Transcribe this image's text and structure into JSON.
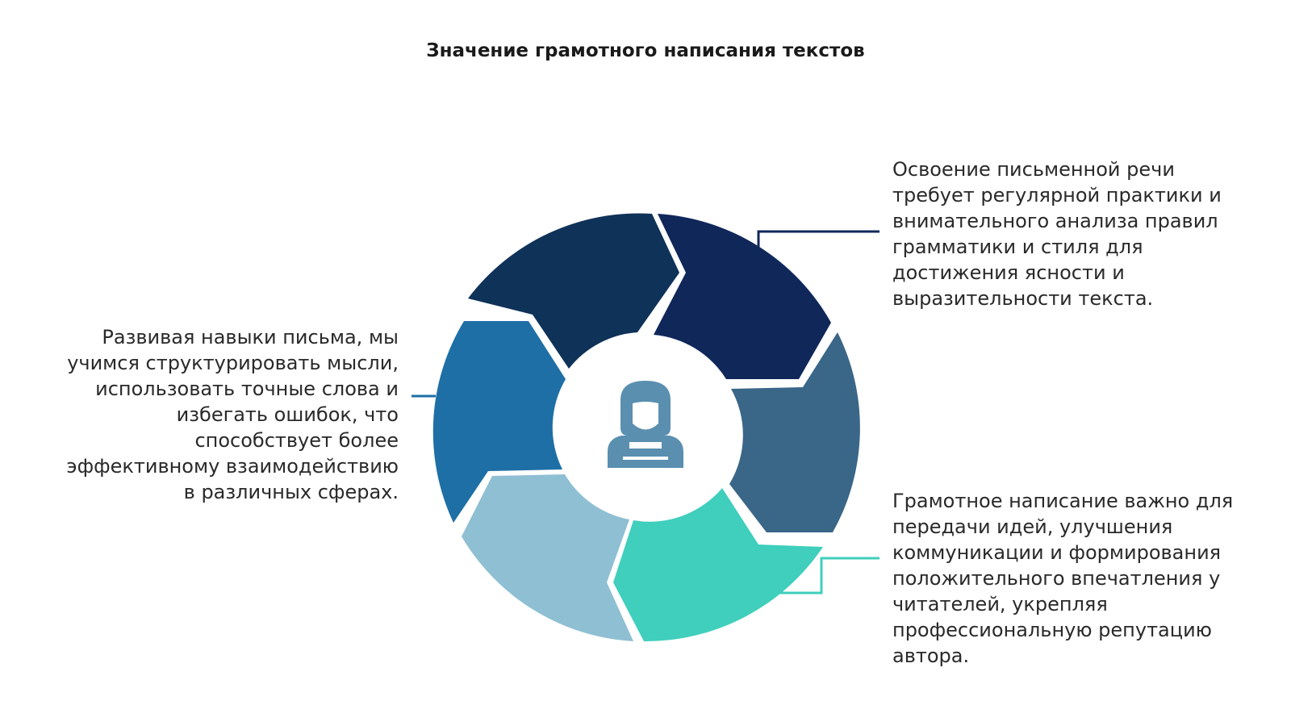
{
  "title": "Значение грамотного написания текстов",
  "colors": {
    "segment_top_left": "#0f3258",
    "segment_top_right": "#10275a",
    "segment_right": "#3a6688",
    "segment_bottom_right": "#3fcfbc",
    "segment_bottom_left": "#8fbfd3",
    "segment_left": "#1e6fa6",
    "connector_top": "#10275a",
    "connector_bottom": "#3fcfbc",
    "connector_left": "#1e6fa6",
    "center_icon": "#5a8fb0"
  },
  "center_icon": "person-icon",
  "blocks": {
    "left": "Развивая навыки письма, мы учимся структурировать мысли, использовать точные слова и избегать ошибок, что способствует более эффективному взаимодействию в различных сферах.",
    "right_top": "Освоение письменной речи требует регулярной практики и внимательного анализа правил грамматики и стиля для достижения ясности и выразительности текста.",
    "right_bottom": "Грамотное написание важно для передачи идей, улучшения коммуникации и формирования положительного впечатления у читателей, укрепляя профессиональную репутацию автора."
  }
}
